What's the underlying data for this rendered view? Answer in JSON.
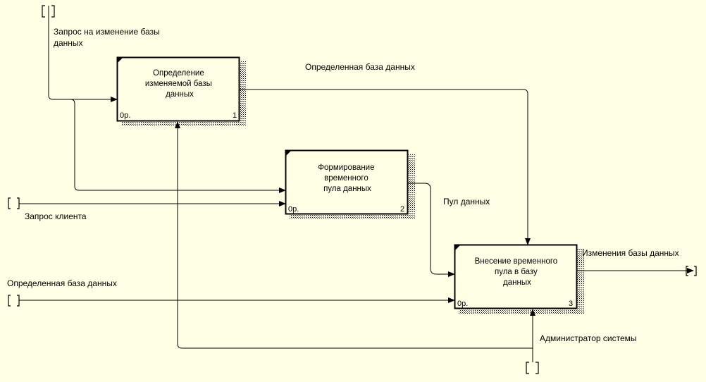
{
  "colors": {
    "background": "#ffffe6",
    "stroke": "#000000",
    "box_fill": "#ffffe6"
  },
  "boxes": [
    {
      "number": "1",
      "cost": "0р.",
      "title": [
        "Определение",
        "изменяемой базы",
        "данных"
      ]
    },
    {
      "number": "2",
      "cost": "0р.",
      "title": [
        "Формирование",
        "временного",
        "пула данных"
      ]
    },
    {
      "number": "3",
      "cost": "0р.",
      "title": [
        "Внесение временного",
        "пула в базу",
        "данных"
      ]
    }
  ],
  "arrows": {
    "request_change": [
      "Запрос на изменение базы",
      "данных"
    ],
    "defined_db_out": "Определенная база данных",
    "client_request": "Запрос клиента",
    "data_pool": "Пул данных",
    "defined_db_in": "Определенная база данных",
    "db_changes": "Изменения базы данных",
    "sys_admin": "Администратор системы"
  }
}
